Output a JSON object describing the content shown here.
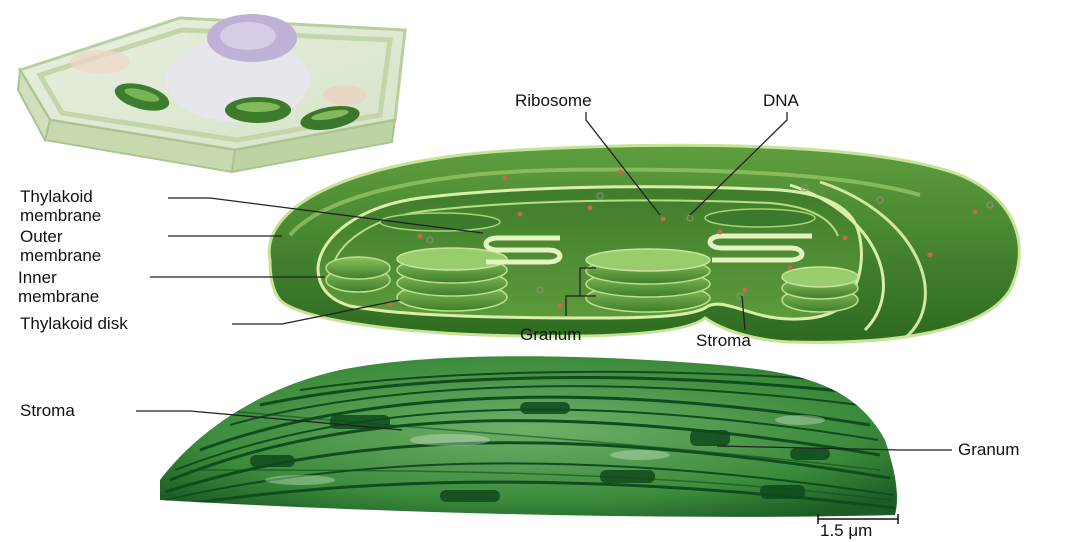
{
  "labels": {
    "ribosome": "Ribosome",
    "dna": "DNA",
    "thylakoid_membrane": "Thylakoid\nmembrane",
    "outer_membrane": "Outer\nmembrane",
    "inner_membrane": "Inner\nmembrane",
    "thylakoid_disk": "Thylakoid disk",
    "granum_top": "Granum",
    "stroma_top": "Stroma",
    "stroma_micro": "Stroma",
    "granum_micro": "Granum",
    "scale_bar": "1.5 μm"
  },
  "colors": {
    "chloroplast_dark": "#2f6b22",
    "chloroplast_mid": "#4f8f35",
    "chloroplast_light": "#9ccb6b",
    "membrane_edge": "#d9efa8",
    "micrograph_green": "#3c8a3a",
    "micrograph_dark": "#0f4d1e",
    "cell_wall": "#cfe0b8",
    "vacuole": "#cfc3e0"
  }
}
